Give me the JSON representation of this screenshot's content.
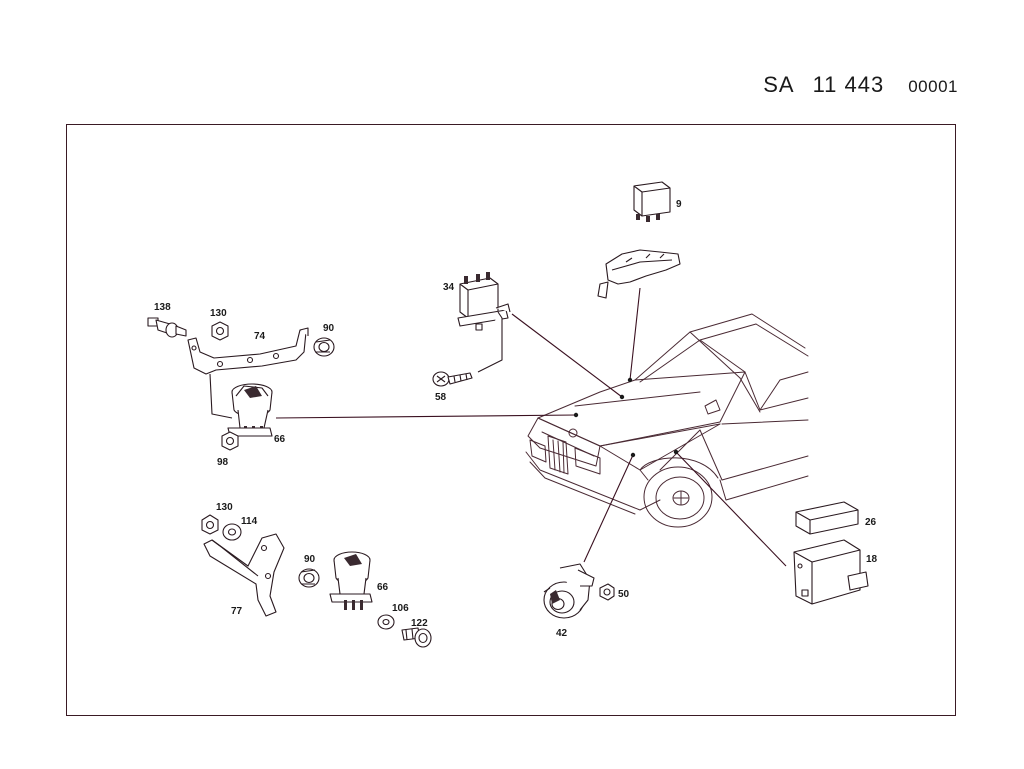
{
  "header": {
    "prefix": "SA",
    "number": "11 443",
    "code": "00001"
  },
  "callouts": {
    "c9": "9",
    "c34": "34",
    "c58": "58",
    "c138": "138",
    "c130a": "130",
    "c74": "74",
    "c90a": "90",
    "c66a": "66",
    "c98": "98",
    "c130b": "130",
    "c114": "114",
    "c90b": "90",
    "c66b": "66",
    "c77": "77",
    "c106": "106",
    "c122": "122",
    "c42": "42",
    "c50": "50",
    "c26": "26",
    "c18": "18"
  },
  "colors": {
    "frame": "#3a1a24",
    "leader": "#3a1020",
    "ink": "#1a1a1a"
  }
}
